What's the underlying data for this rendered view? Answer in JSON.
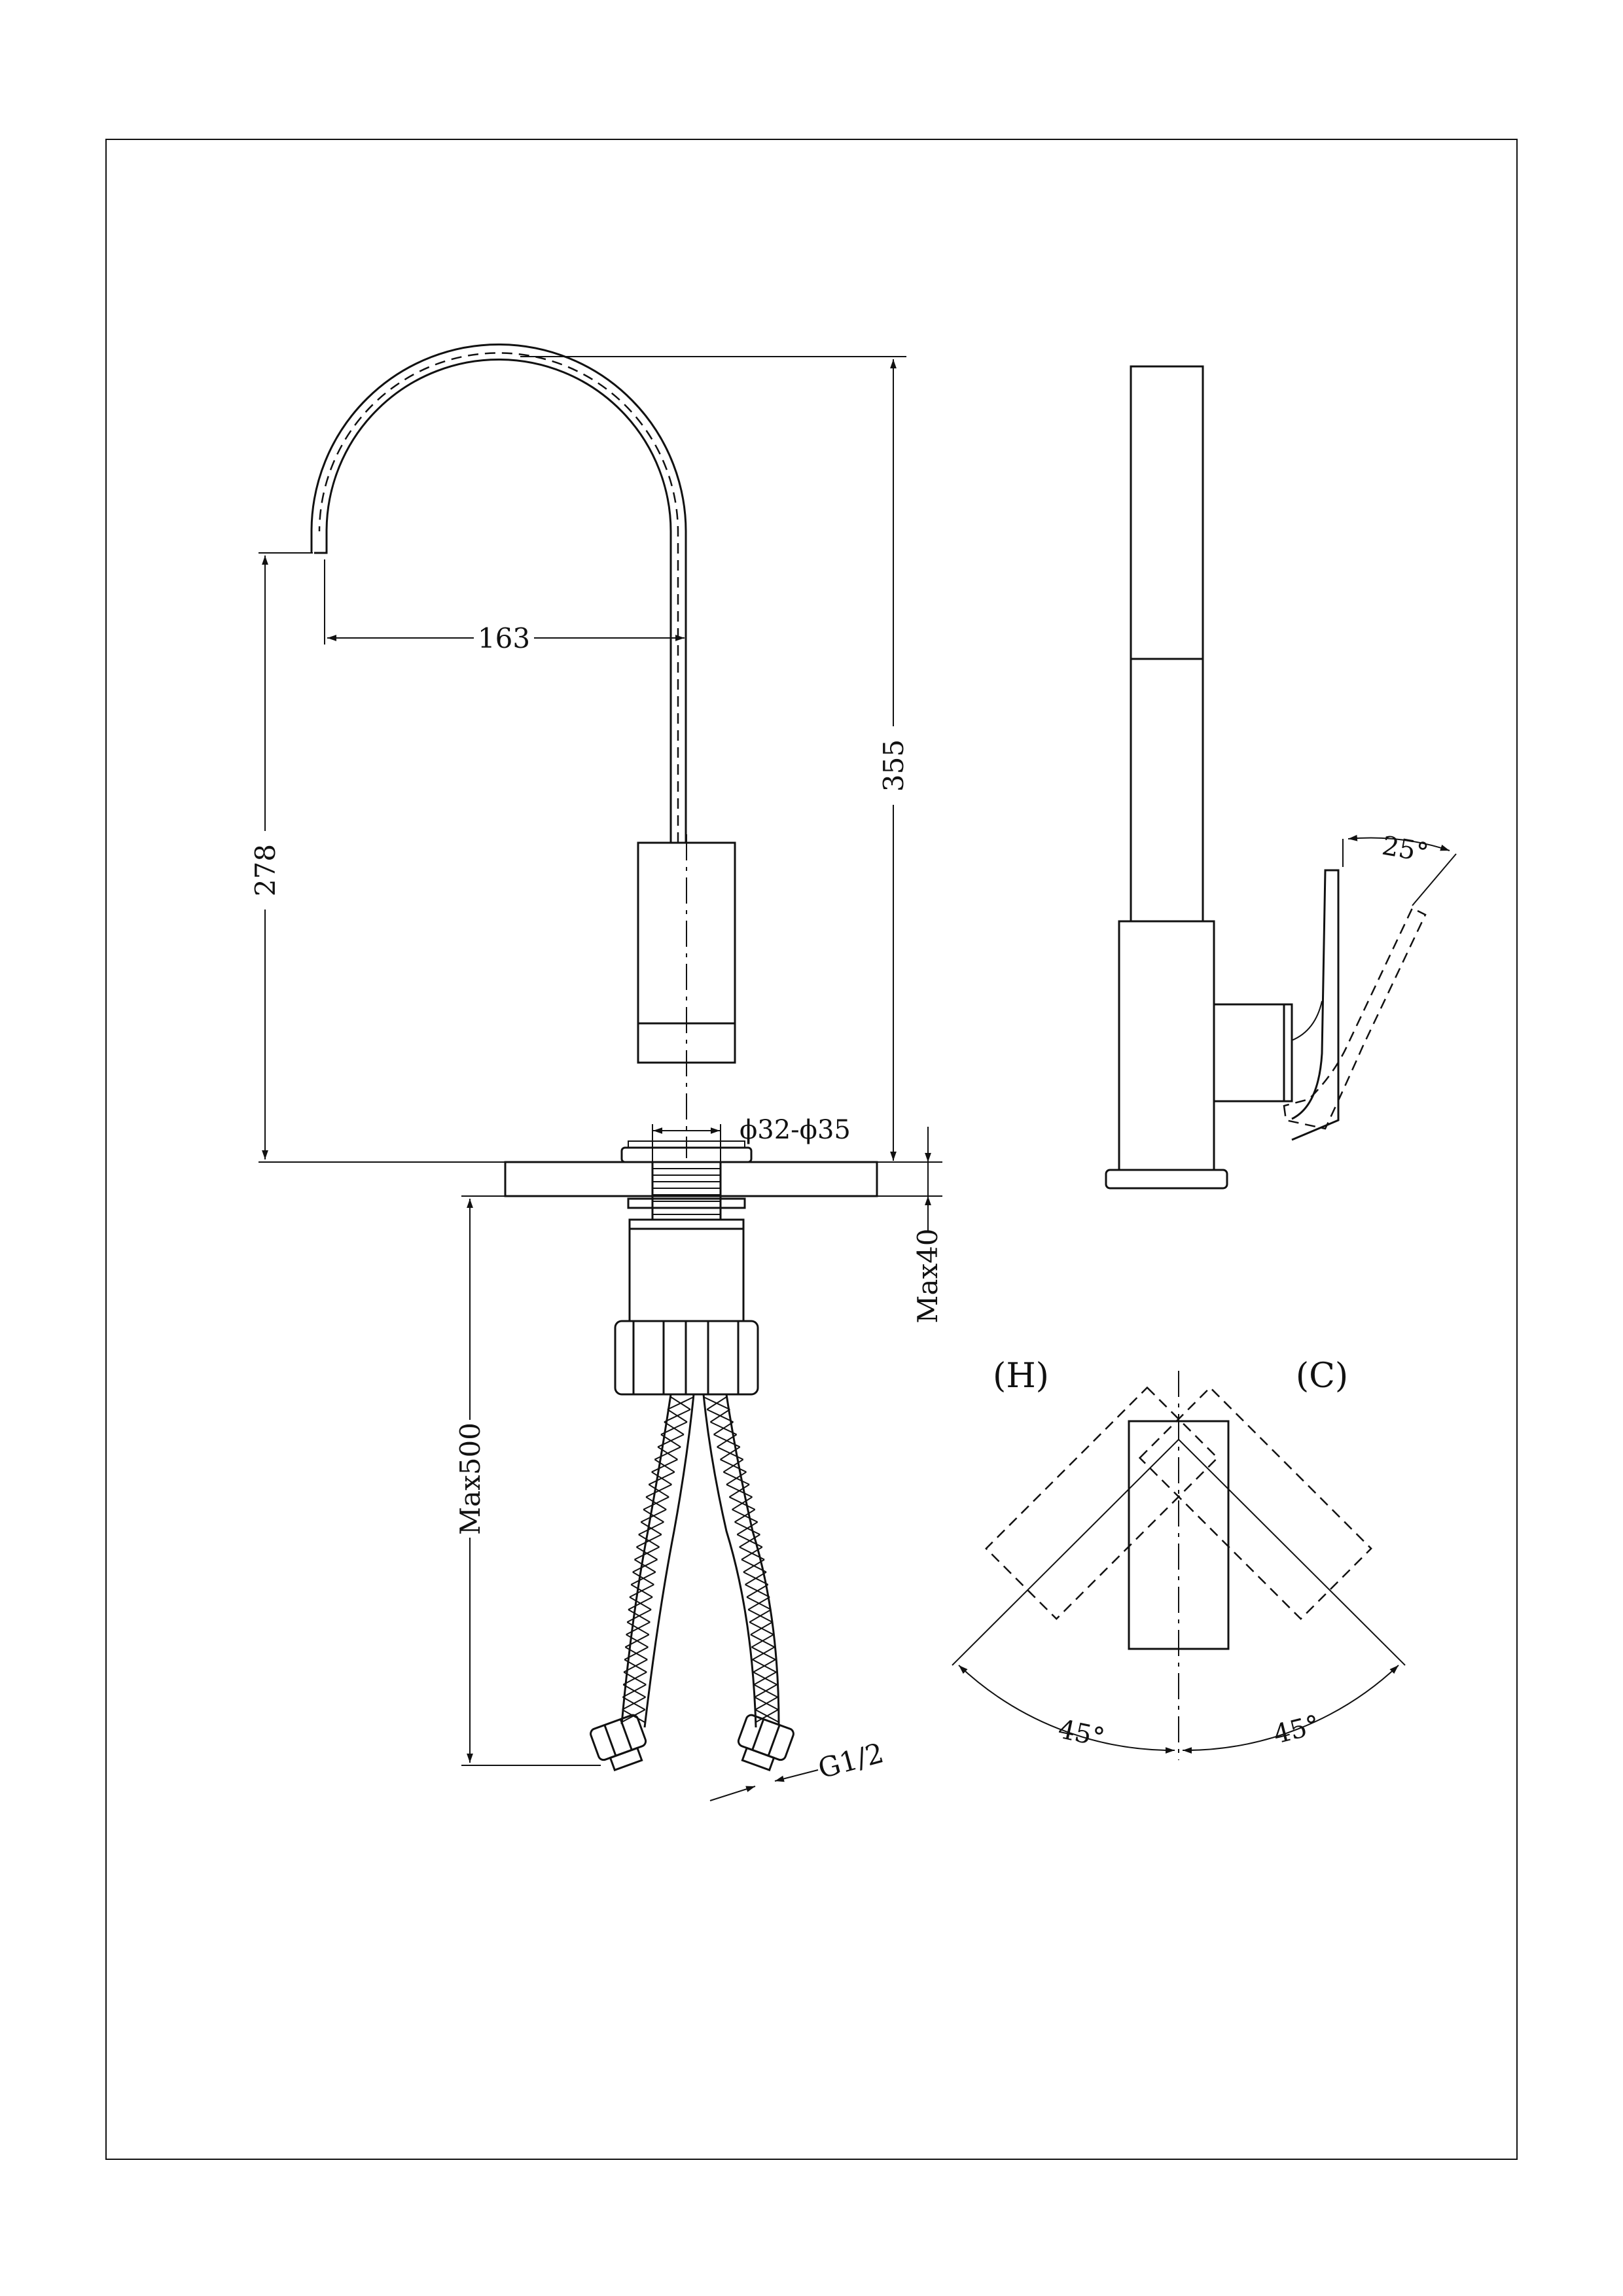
{
  "drawing": {
    "dimensions": {
      "spout_reach": "163",
      "overall_height": "355",
      "spout_height": "278",
      "hole_diameter": "ϕ32-ϕ35",
      "max_deck_thickness": "Max40",
      "hose_length": "Max500",
      "connection_thread": "G1/2"
    },
    "angles": {
      "lever_tilt": "25°",
      "rotation_left": "45°",
      "rotation_right": "45°"
    },
    "labels": {
      "hot": "(H)",
      "cold": "(C)"
    },
    "colors": {
      "line": "#111111",
      "background": "#ffffff"
    }
  }
}
